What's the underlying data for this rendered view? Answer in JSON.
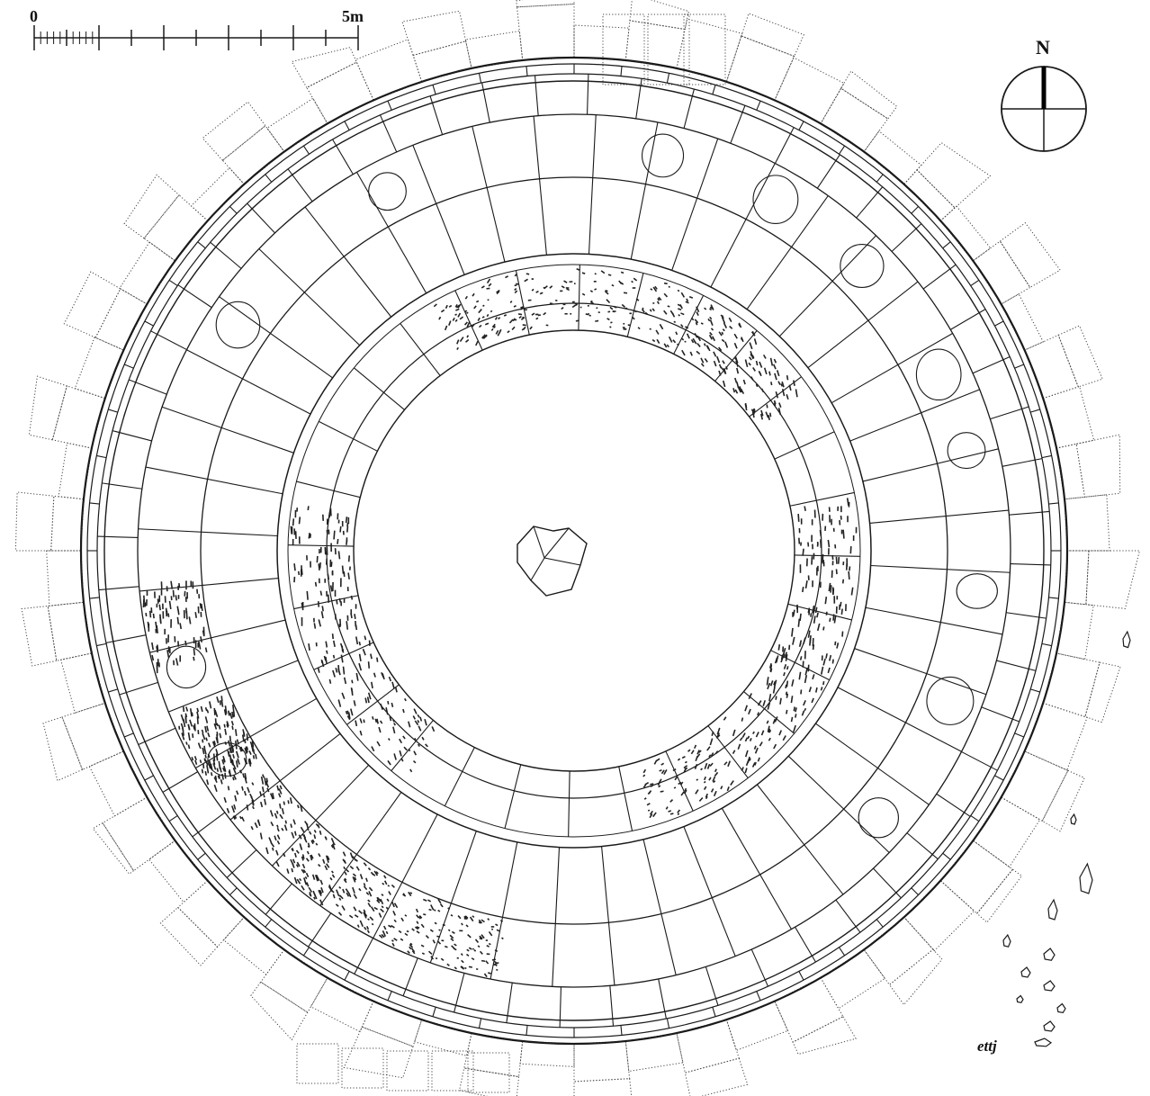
{
  "scale_bar": {
    "start_label": "0",
    "end_label": "5m"
  },
  "north_arrow": {
    "label": "N"
  },
  "signature": "ettj",
  "colors": {
    "ink": "#1a1a1a",
    "paper": "#ffffff",
    "hatch": "#222222"
  },
  "plan": {
    "outer_ring_blocks": 56,
    "middle_ring_blocks": 44,
    "inner_ring_blocks": 28
  }
}
